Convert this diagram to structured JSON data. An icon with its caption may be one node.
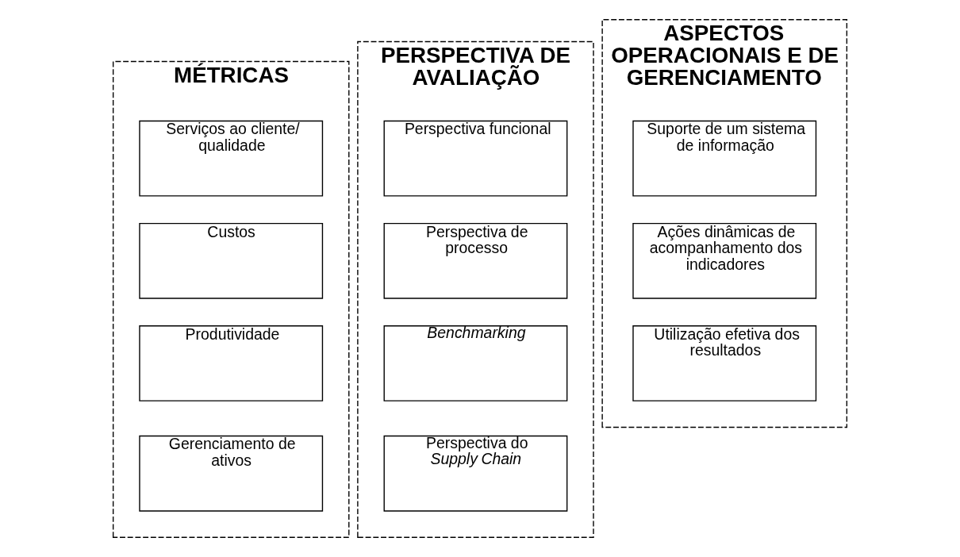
{
  "diagram": {
    "nodes": [
      {
        "text": [
          "MÉTRICAS"
        ]
      },
      {
        "text": [
          "Serviços ao cliente/ qualidade"
        ],
        "in": 0
      },
      {
        "text": [
          "Custos"
        ],
        "in": 0
      },
      {
        "text": [
          "Produtividade"
        ],
        "in": 0
      },
      {
        "text": [
          "Gerenciamento de ativos"
        ],
        "in": 0
      },
      {
        "text": [
          "PERSPECTIVA DE AVALIAÇÃO"
        ]
      },
      {
        "text": [
          "Perspectiva funcional"
        ],
        "in": 5
      },
      {
        "text": [
          "Perspectiva de processo"
        ],
        "in": 5
      },
      {
        "text": [
          "*Benchmarking*"
        ],
        "in": 5
      },
      {
        "text": [
          "Perspectiva do *Supply Chain*"
        ],
        "in": 5
      },
      {
        "text": [
          "ASPECTOS OPERACIONAIS E DE GERENCIAMENTO"
        ]
      },
      {
        "text": [
          "Suporte de um sistema de informação"
        ],
        "in": 10
      },
      {
        "text": [
          "Ações dinâmicas de acompanhamento dos indicadores"
        ],
        "in": 10
      },
      {
        "text": [
          "Utilização efetiva dos resultados"
        ],
        "in": 10
      }
    ],
    "edges": []
  }
}
